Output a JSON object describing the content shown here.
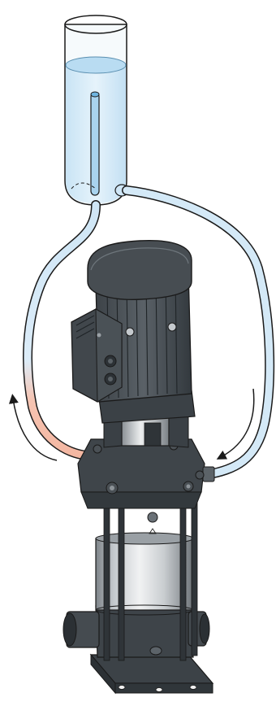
{
  "figure": {
    "colors": {
      "outline": "#1a1a1a",
      "pump_dark": "#3a4045",
      "pump_mid": "#50575d",
      "pump_light": "#6b7379",
      "steel_light": "#e6e8ea",
      "steel_mid": "#b6bbbf",
      "steel_dark": "#7d8388",
      "water": "#d9ecf8",
      "water_deep": "#bfe0f4",
      "hose_cold": "#cfe6f6",
      "hose_warm": "#f6c4b2",
      "glass": "#f3f8fb"
    },
    "icons": {
      "container": "open-cylinder-reservoir",
      "pump": "vertical-multistage-pump",
      "motor": "electric-motor",
      "flow_arrows": "curved-arrow"
    }
  }
}
